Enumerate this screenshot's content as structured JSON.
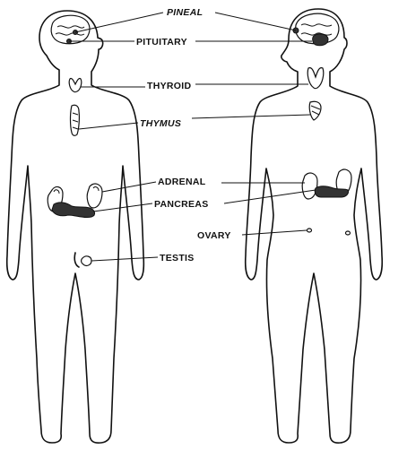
{
  "labels": {
    "pineal": "PINEAL",
    "pituitary": "PITUITARY",
    "thyroid": "THYROID",
    "thymus": "THYMUS",
    "adrenal": "ADRENAL",
    "pancreas": "PANCREAS",
    "ovary": "OVARY",
    "testis": "TESTIS"
  },
  "colors": {
    "ink": "#111111",
    "background": "#ffffff"
  }
}
